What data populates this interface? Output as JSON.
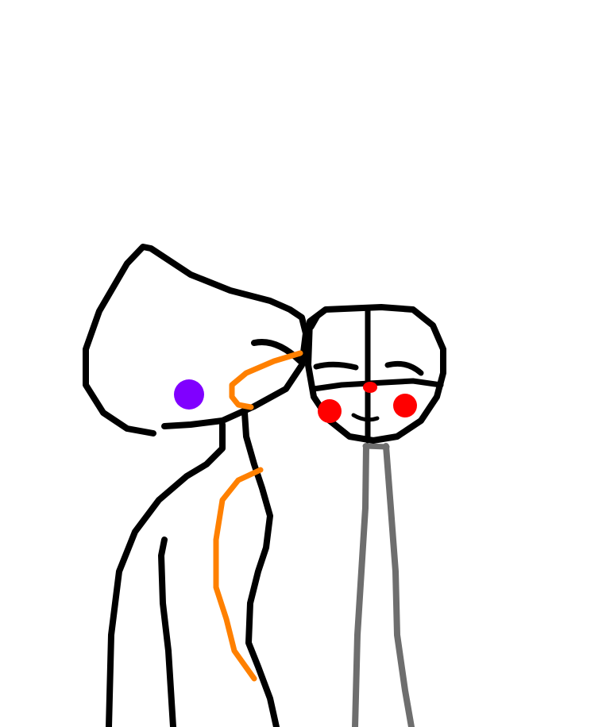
{
  "canvas": {
    "background": "#ffffff"
  },
  "colors": {
    "outline": "#000000",
    "hair_accent": "#ff8000",
    "eye_purple": "#8000ff",
    "cheek_red": "#ff0000",
    "body_gray": "#6e6e6e"
  },
  "figures": [
    {
      "name": "left-figure",
      "features": [
        "hooded-head",
        "purple-eye",
        "orange-accent",
        "neck-and-body"
      ]
    },
    {
      "name": "right-figure",
      "features": [
        "round-head",
        "closed-eyes",
        "red-cheeks",
        "red-nose",
        "smile",
        "gray-body"
      ]
    }
  ]
}
